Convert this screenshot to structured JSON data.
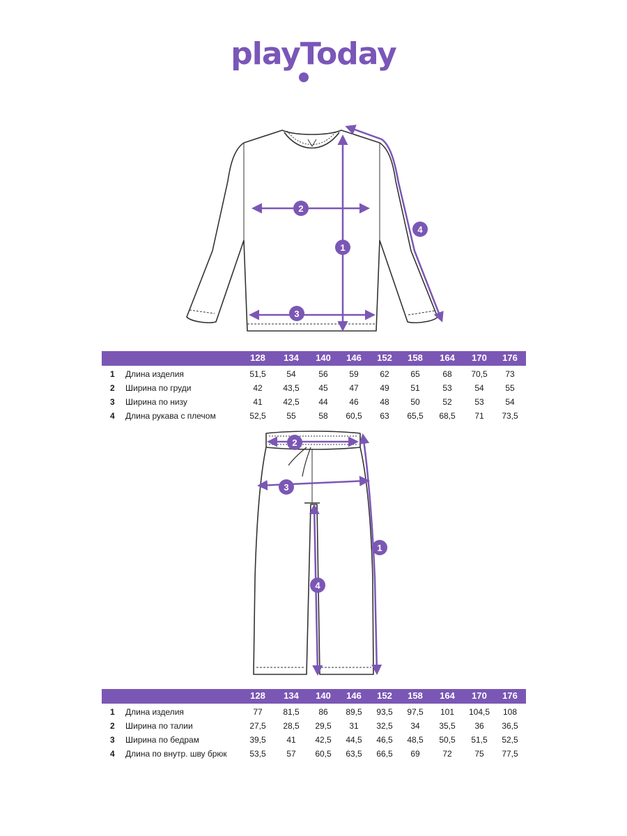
{
  "brand": {
    "logo": "playToday"
  },
  "accent_color": "#7b57b5",
  "shirt": {
    "marker_labels": [
      "1",
      "2",
      "3",
      "4"
    ],
    "sizes": [
      "128",
      "134",
      "140",
      "146",
      "152",
      "158",
      "164",
      "170",
      "176"
    ],
    "rows": [
      {
        "num": "1",
        "name": "Длина изделия",
        "values": [
          "51,5",
          "54",
          "56",
          "59",
          "62",
          "65",
          "68",
          "70,5",
          "73"
        ]
      },
      {
        "num": "2",
        "name": "Ширина по груди",
        "values": [
          "42",
          "43,5",
          "45",
          "47",
          "49",
          "51",
          "53",
          "54",
          "55"
        ]
      },
      {
        "num": "3",
        "name": "Ширина по низу",
        "values": [
          "41",
          "42,5",
          "44",
          "46",
          "48",
          "50",
          "52",
          "53",
          "54"
        ]
      },
      {
        "num": "4",
        "name": "Длина рукава с плечом",
        "values": [
          "52,5",
          "55",
          "58",
          "60,5",
          "63",
          "65,5",
          "68,5",
          "71",
          "73,5"
        ]
      }
    ]
  },
  "pants": {
    "marker_labels": [
      "1",
      "2",
      "3",
      "4"
    ],
    "sizes": [
      "128",
      "134",
      "140",
      "146",
      "152",
      "158",
      "164",
      "170",
      "176"
    ],
    "rows": [
      {
        "num": "1",
        "name": "Длина изделия",
        "values": [
          "77",
          "81,5",
          "86",
          "89,5",
          "93,5",
          "97,5",
          "101",
          "104,5",
          "108"
        ]
      },
      {
        "num": "2",
        "name": "Ширина по талии",
        "values": [
          "27,5",
          "28,5",
          "29,5",
          "31",
          "32,5",
          "34",
          "35,5",
          "36",
          "36,5"
        ]
      },
      {
        "num": "3",
        "name": "Ширина по бедрам",
        "values": [
          "39,5",
          "41",
          "42,5",
          "44,5",
          "46,5",
          "48,5",
          "50,5",
          "51,5",
          "52,5"
        ]
      },
      {
        "num": "4",
        "name": "Длина по внутр. шву брюк",
        "values": [
          "53,5",
          "57",
          "60,5",
          "63,5",
          "66,5",
          "69",
          "72",
          "75",
          "77,5"
        ]
      }
    ]
  }
}
